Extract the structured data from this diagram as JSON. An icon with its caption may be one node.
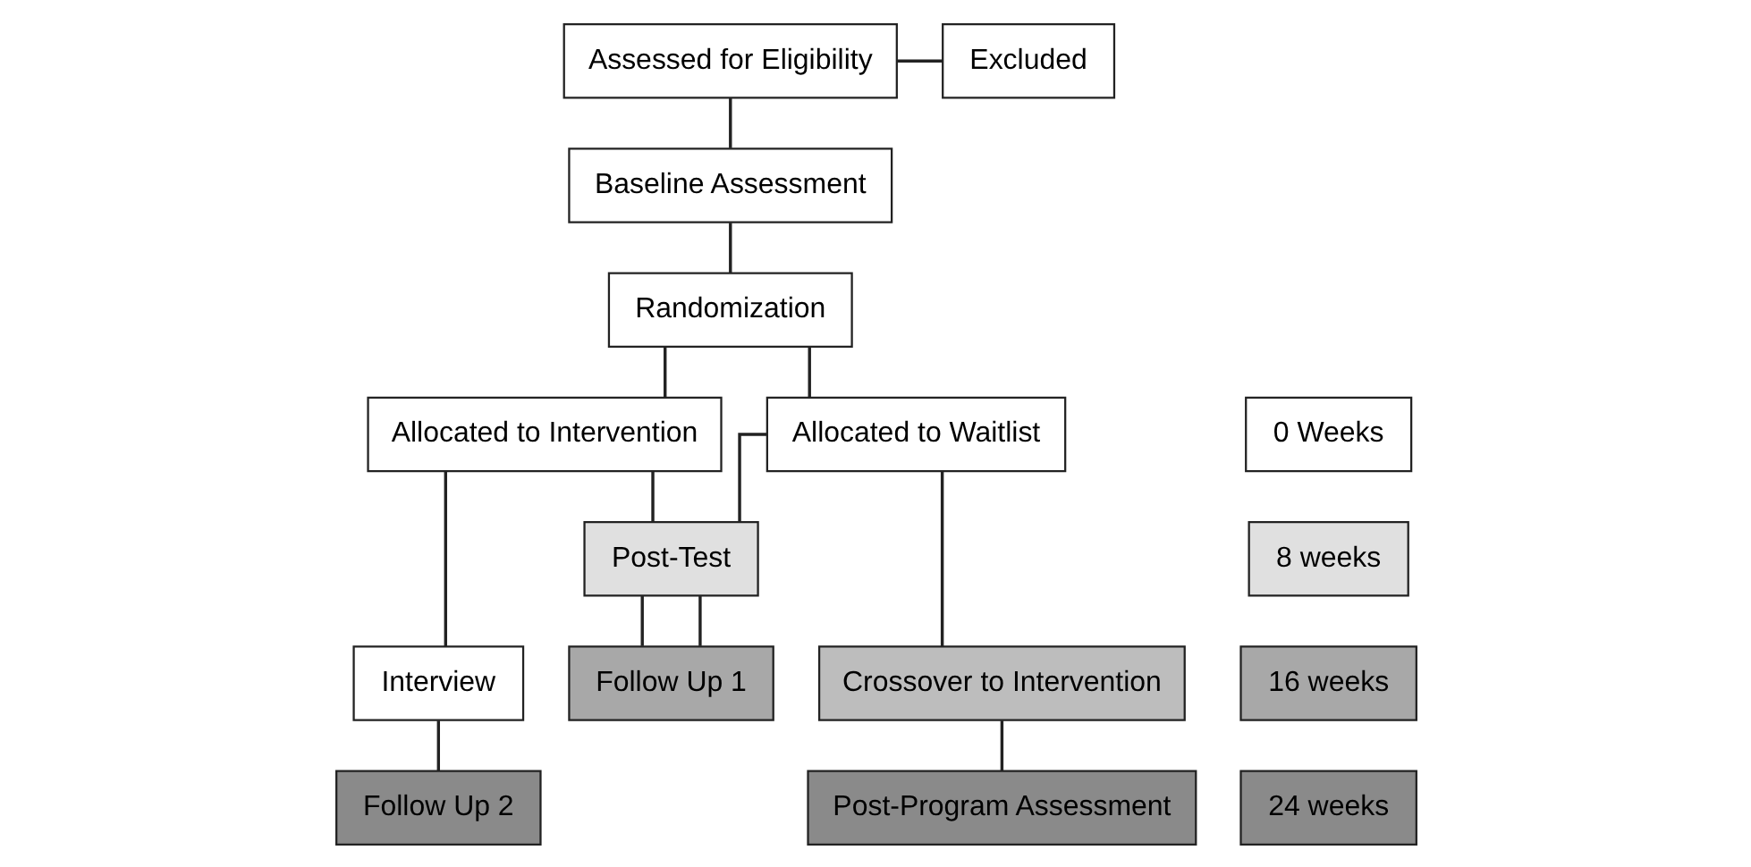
{
  "diagram": {
    "nodes": [
      {
        "text": [
          "Assessed for Eligibility"
        ]
      },
      {
        "text": [
          "Excluded"
        ]
      },
      {
        "text": [
          "Baseline Assessment"
        ]
      },
      {
        "text": [
          "Randomization"
        ]
      },
      {
        "text": [
          "0 Weeks"
        ]
      },
      {
        "text": [
          "Allocated to Intervention"
        ]
      },
      {
        "text": [
          "Allocated to Waitlist"
        ]
      },
      {
        "text": [
          "8 weeks"
        ]
      },
      {
        "text": [
          "Post-Test"
        ]
      },
      {
        "text": [
          "Interview"
        ]
      },
      {
        "text": [
          "16 weeks"
        ]
      },
      {
        "text": [
          "Follow Up 1"
        ]
      },
      {
        "text": [
          "Crossover to Intervention"
        ]
      },
      {
        "text": [
          "24 weeks"
        ]
      },
      {
        "text": [
          "Follow Up 2"
        ]
      },
      {
        "text": [
          "Post-Program Assessment"
        ]
      }
    ],
    "edges": [
      {
        "from": 0,
        "to": 2,
        "arrow": "none"
      },
      {
        "from": 0,
        "to": 1,
        "arrow": "none"
      },
      {
        "from": 2,
        "to": 3,
        "arrow": "none"
      },
      {
        "from": 3,
        "to": 5,
        "arrow": "none"
      },
      {
        "from": 3,
        "to": 6,
        "arrow": "none"
      },
      {
        "from": 5,
        "to": 9,
        "arrow": "none"
      },
      {
        "from": 5,
        "to": 8,
        "arrow": "none"
      },
      {
        "from": 6,
        "to": 8,
        "arrow": "none"
      },
      {
        "from": 8,
        "to": 11,
        "arrow": "none"
      },
      {
        "from": 8,
        "to": 11,
        "arrow": "none"
      },
      {
        "from": 9,
        "to": 14,
        "arrow": "none"
      },
      {
        "from": 6,
        "to": 12,
        "arrow": "none"
      },
      {
        "from": 12,
        "to": 15,
        "arrow": "none"
      }
    ]
  }
}
